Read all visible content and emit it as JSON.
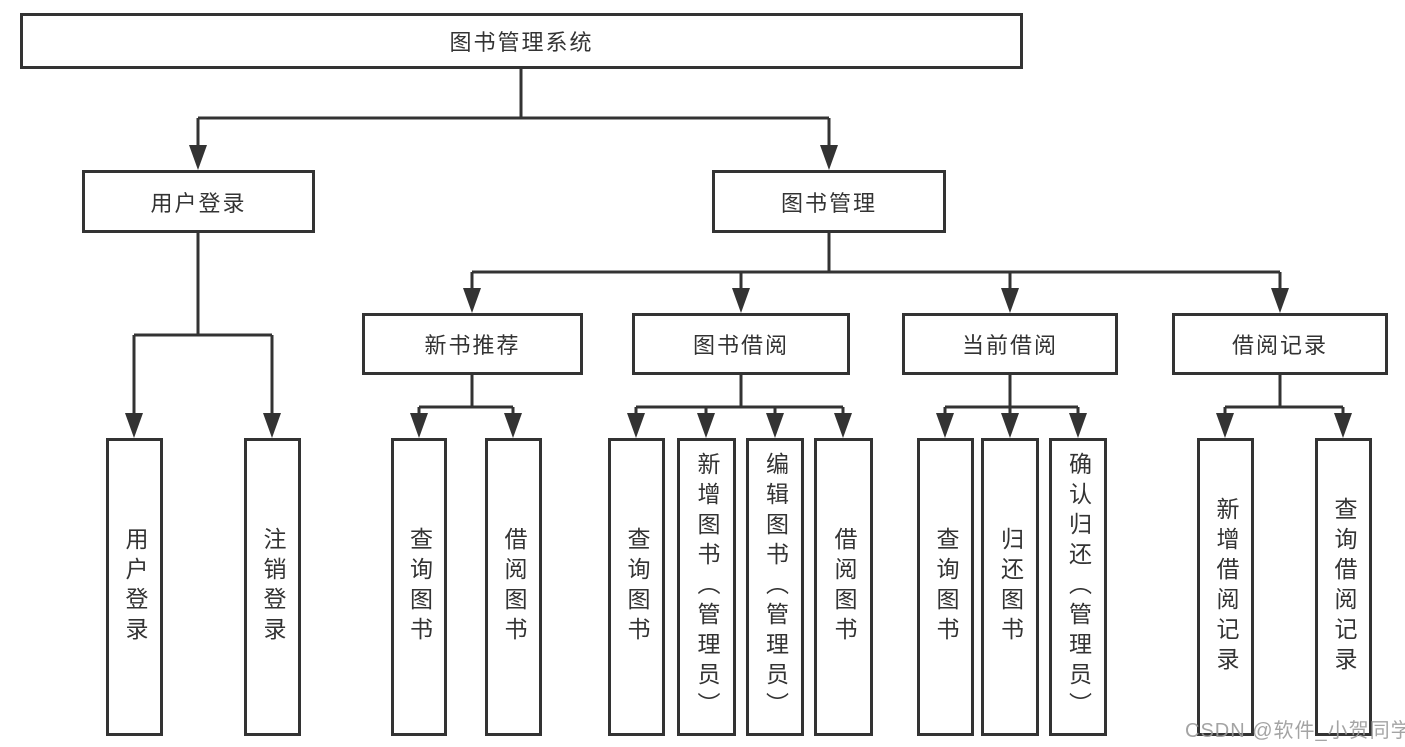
{
  "tree": {
    "root": {
      "label": "图书管理系统"
    },
    "branches": [
      {
        "label": "用户登录",
        "children": [
          {
            "label": "用户登录"
          },
          {
            "label": "注销登录"
          }
        ]
      },
      {
        "label": "图书管理",
        "children": [
          {
            "label": "新书推荐",
            "children": [
              {
                "label": "查询图书"
              },
              {
                "label": "借阅图书"
              }
            ]
          },
          {
            "label": "图书借阅",
            "children": [
              {
                "label": "查询图书"
              },
              {
                "label": "新增图书（管理员）"
              },
              {
                "label": "编辑图书（管理员）"
              },
              {
                "label": "借阅图书"
              }
            ]
          },
          {
            "label": "当前借阅",
            "children": [
              {
                "label": "查询图书"
              },
              {
                "label": "归还图书"
              },
              {
                "label": "确认归还（管理员）"
              }
            ]
          },
          {
            "label": "借阅记录",
            "children": [
              {
                "label": "新增借阅记录"
              },
              {
                "label": "查询借阅记录"
              }
            ]
          }
        ]
      }
    ]
  },
  "watermark": {
    "text": "CSDN @软件_小贺同学"
  },
  "colors": {
    "line": "#333333",
    "text": "#333333",
    "background": "#ffffff",
    "watermark": "#9b9b9b"
  }
}
